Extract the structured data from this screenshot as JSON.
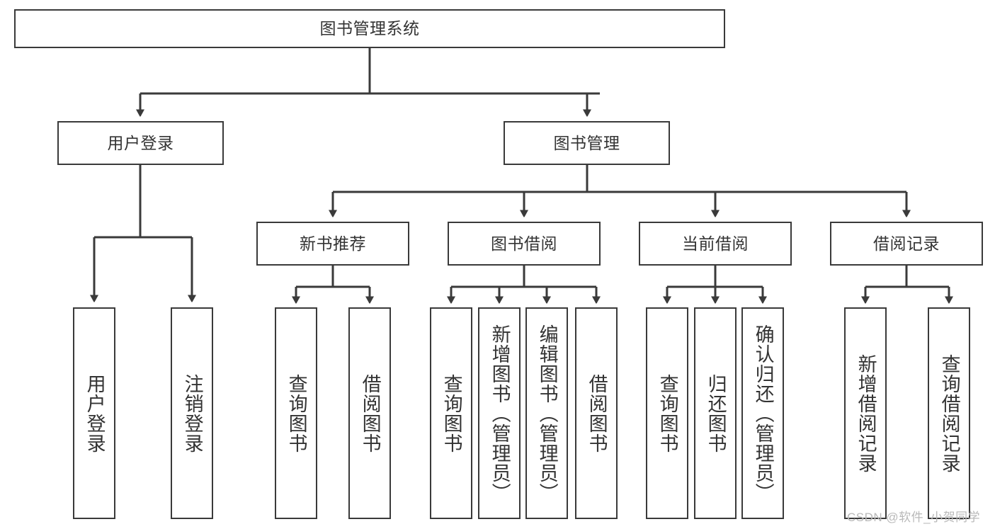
{
  "diagram": {
    "title": "图书管理系统",
    "type": "功能结构图",
    "levels": {
      "root": {
        "label": "图书管理系统"
      },
      "level2": [
        {
          "id": "user-login",
          "label": "用户登录"
        },
        {
          "id": "book-manage",
          "label": "图书管理"
        }
      ],
      "level3": [
        {
          "id": "new-book-recommend",
          "label": "新书推荐"
        },
        {
          "id": "book-borrow",
          "label": "图书借阅"
        },
        {
          "id": "current-borrow",
          "label": "当前借阅"
        },
        {
          "id": "borrow-record",
          "label": "借阅记录"
        }
      ],
      "leaves": [
        {
          "id": "leaf-user-login",
          "label": "用户登录",
          "parent": "user-login"
        },
        {
          "id": "leaf-user-logout",
          "label": "注销登录",
          "parent": "user-login"
        },
        {
          "id": "leaf-query-book-1",
          "label": "查询图书",
          "parent": "new-book-recommend"
        },
        {
          "id": "leaf-borrow-book-1",
          "label": "借阅图书",
          "parent": "new-book-recommend"
        },
        {
          "id": "leaf-query-book-2",
          "label": "查询图书",
          "parent": "book-borrow"
        },
        {
          "id": "leaf-add-book",
          "label": "新增图书（管理员）",
          "parent": "book-borrow"
        },
        {
          "id": "leaf-edit-book",
          "label": "编辑图书（管理员）",
          "parent": "book-borrow"
        },
        {
          "id": "leaf-borrow-book-2",
          "label": "借阅图书",
          "parent": "book-borrow"
        },
        {
          "id": "leaf-query-book-3",
          "label": "查询图书",
          "parent": "current-borrow"
        },
        {
          "id": "leaf-return-book",
          "label": "归还图书",
          "parent": "current-borrow"
        },
        {
          "id": "leaf-confirm-return",
          "label": "确认归还（管理员）",
          "parent": "current-borrow"
        },
        {
          "id": "leaf-add-record",
          "label": "新增借阅记录",
          "parent": "borrow-record"
        },
        {
          "id": "leaf-query-record",
          "label": "查询借阅记录",
          "parent": "borrow-record"
        }
      ]
    },
    "colors": {
      "box_border": "#3a3a3a",
      "text": "#333333",
      "connector": "#3a3a3a",
      "background": "#ffffff",
      "watermark": "#b9b9b9"
    }
  },
  "watermark": {
    "text": "CSDN @软件_小贺同学"
  }
}
